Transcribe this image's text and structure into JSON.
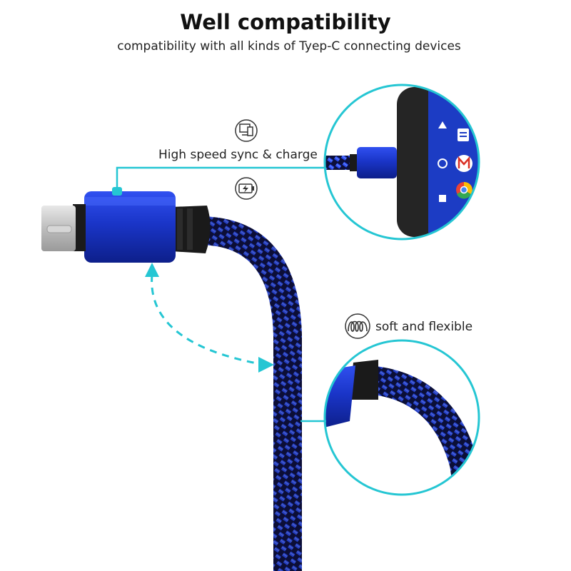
{
  "header": {
    "title": "Well compatibility",
    "subtitle": "compatibility with all kinds of Tyep-C connecting devices"
  },
  "features": {
    "sync_label": "High speed sync & charge",
    "flex_label": "soft and flexible"
  },
  "icons": [
    "sync-devices-icon",
    "battery-charge-icon",
    "coil-spring-icon",
    "flex-rotate-arrow-icon"
  ],
  "colors": {
    "accent": "#25c6d3",
    "cable_blue": "#1e3cd8",
    "connector_blue": "#1838c8"
  }
}
